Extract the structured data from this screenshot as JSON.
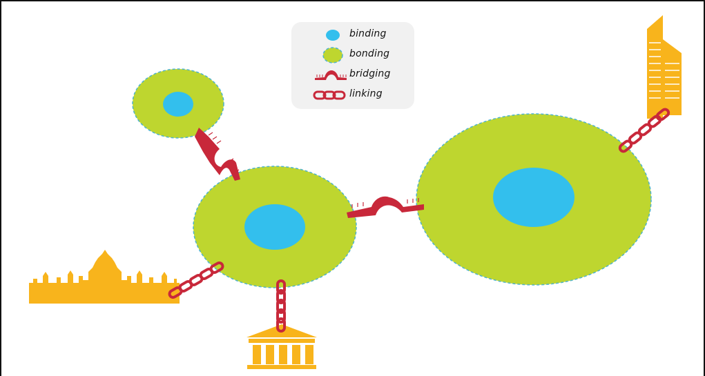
{
  "legend": {
    "items": [
      {
        "key": "binding",
        "label": "binding",
        "symbol": "blue-dot"
      },
      {
        "key": "bonding",
        "label": "bonding",
        "symbol": "green-dot"
      },
      {
        "key": "bridging",
        "label": "bridging",
        "symbol": "bridge"
      },
      {
        "key": "linking",
        "label": "linking",
        "symbol": "chain"
      }
    ]
  },
  "colors": {
    "binding": "#33bfed",
    "bonding": "#bed62f",
    "bonding_outline": "#4fb3cc",
    "link": "#c8283a",
    "landmark": "#f8b41c",
    "legend_bg": "#f1f1f1"
  },
  "landmarks": [
    "skyscraper-icon",
    "parliament-skyline-icon",
    "temple-icon"
  ]
}
